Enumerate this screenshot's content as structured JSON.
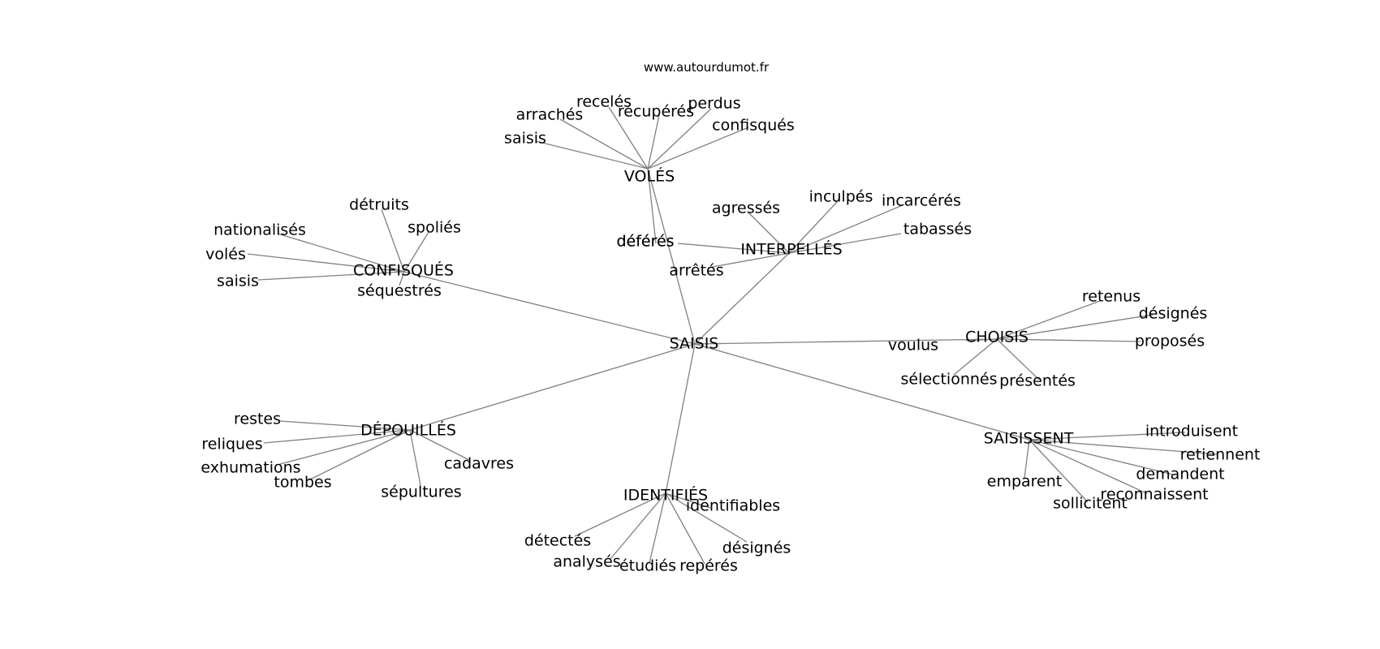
{
  "source": "www.autourdumot.fr",
  "center": "SAISIS",
  "groups": [
    {
      "hub": "VOLÉS",
      "leaves": [
        "saisis",
        "arrachés",
        "recelés",
        "récupérés",
        "perdus",
        "confisqués",
        "déférés"
      ]
    },
    {
      "hub": "INTERPELLÉS",
      "leaves": [
        "agressés",
        "inculpés",
        "incarcérés",
        "tabassés",
        "déférés",
        "arrêtés"
      ]
    },
    {
      "hub": "CONFISQUÉS",
      "leaves": [
        "détruits",
        "nationalisés",
        "spoliés",
        "volés",
        "saisis",
        "séquestrés"
      ]
    },
    {
      "hub": "CHOISIS",
      "leaves": [
        "retenus",
        "désignés",
        "proposés",
        "voulus",
        "sélectionnés",
        "présentés"
      ]
    },
    {
      "hub": "DÉPOUILLÉS",
      "leaves": [
        "restes",
        "reliques",
        "exhumations",
        "tombes",
        "sépultures",
        "cadavres"
      ]
    },
    {
      "hub": "SAISISSENT",
      "leaves": [
        "introduisent",
        "retiennent",
        "demandent",
        "reconnaissent",
        "sollicitent",
        "emparent"
      ]
    },
    {
      "hub": "IDENTIFIÉS",
      "leaves": [
        "identifiables",
        "détectés",
        "analysés",
        "étudiés",
        "repérés",
        "désignés"
      ]
    }
  ]
}
